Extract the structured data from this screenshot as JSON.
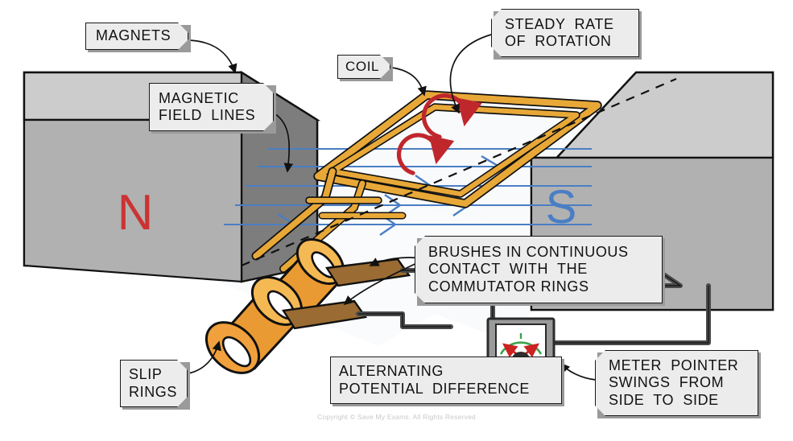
{
  "diagram": {
    "title": "AC generator with slip rings",
    "colors": {
      "magnet_top": "#cccccc",
      "magnet_front": "#b1b1b1",
      "magnet_side": "#7d7d7d",
      "coil_wire": "#e8a838",
      "slip_ring": "#f0a03c",
      "slip_ring_light": "#f5b954",
      "brush": "#9a6b32",
      "field_line": "#4a7ec4",
      "rotation_arrow": "#c0272d",
      "north_pole": "#cc3333",
      "south_pole": "#4a7ec4",
      "circuit_wire": "#4a4a4a",
      "meter_body": "#9a9a9a",
      "meter_needle_arrow": "#cc2222",
      "meter_scale": "#3ba34a",
      "label_fill": "#ececec",
      "label_border": "#1a1a1a",
      "background": "#ffffff"
    },
    "poles": {
      "north": "N",
      "south": "S"
    }
  },
  "labels": [
    {
      "id": "magnets",
      "lines": [
        "MAGNETS"
      ]
    },
    {
      "id": "magnetic-field-lines",
      "lines": [
        "MAGNETIC",
        "FIELD  LINES"
      ]
    },
    {
      "id": "coil",
      "lines": [
        "COIL"
      ]
    },
    {
      "id": "steady-rate",
      "lines": [
        "STEADY  RATE",
        "OF  ROTATION"
      ]
    },
    {
      "id": "brushes",
      "lines": [
        "BRUSHES IN CONTINUOUS",
        "CONTACT  WITH  THE",
        "COMMUTATOR RINGS"
      ]
    },
    {
      "id": "slip-rings",
      "lines": [
        "SLIP",
        "RINGS"
      ]
    },
    {
      "id": "alternating-pd",
      "lines": [
        "ALTERNATING",
        "POTENTIAL  DIFFERENCE"
      ]
    },
    {
      "id": "meter-pointer",
      "lines": [
        "METER  POINTER",
        "SWINGS  FROM",
        "SIDE  TO  SIDE"
      ]
    }
  ],
  "footer": {
    "copyright": "Copyright © Save My Exams. All Rights Reserved"
  }
}
